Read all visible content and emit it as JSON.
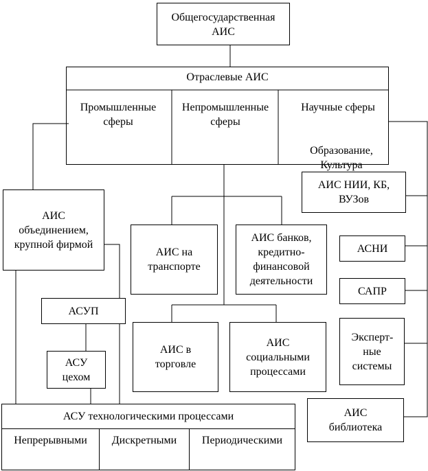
{
  "top": {
    "label": "Общегосударственная АИС"
  },
  "branch": {
    "title": "Отраслевые АИС",
    "col1": "Промышленные сферы",
    "col2": "Непромышленные сферы",
    "col3": "Научные сферы",
    "col3_extra": "Образование, Культура"
  },
  "left": {
    "corp": "АИС объединением, крупной фирмой",
    "asup": "АСУП",
    "asu_shop": "АСУ цехом"
  },
  "middle": {
    "transport": "АИС на транспорте",
    "banks": "АИС банков, кредитно-финансовой деятельности",
    "trade": "АИС в торговле",
    "social": "АИС социальными процессами"
  },
  "right": {
    "research": "АИС НИИ, КБ, ВУЗов",
    "asni": "АСНИ",
    "sapr": "САПР",
    "expert": "Эксперт-ные системы",
    "library": "АИС библиотека"
  },
  "bottom": {
    "title": "АСУ технологическими процессами",
    "col1": "Непрерывными",
    "col2": "Дискретными",
    "col3": "Периодическими"
  }
}
